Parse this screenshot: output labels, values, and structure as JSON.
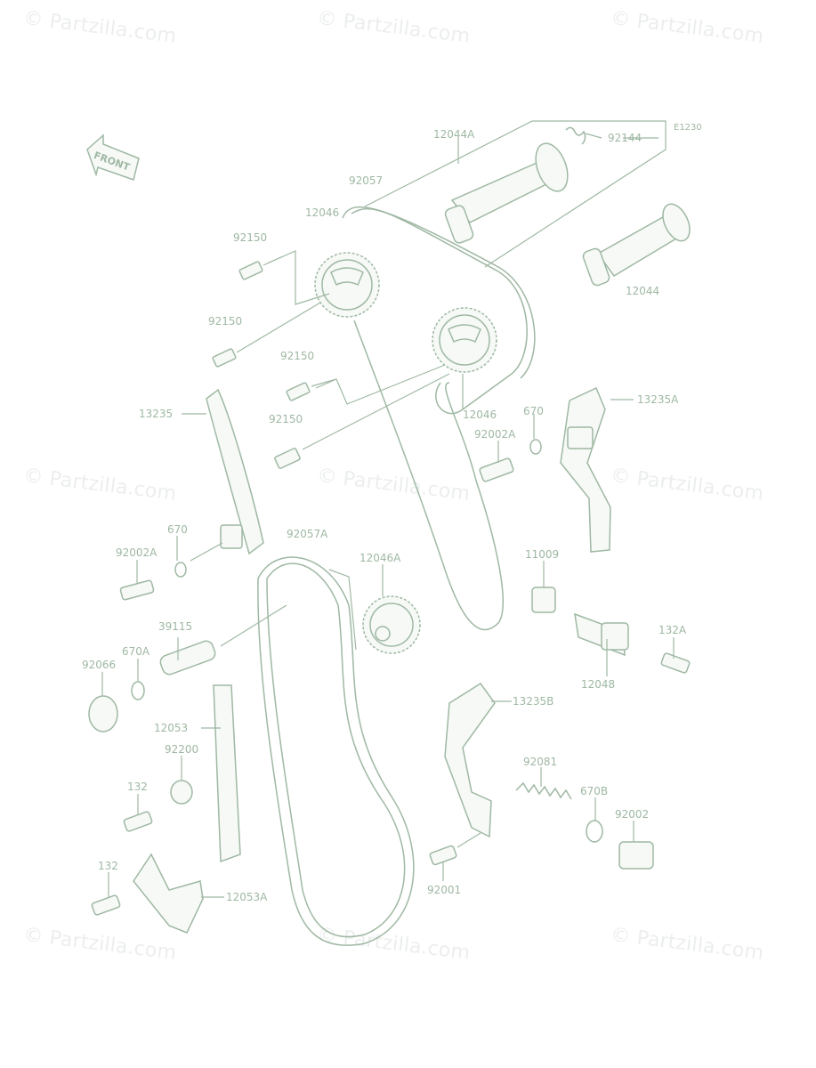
{
  "watermark": "© Partzilla.com",
  "diagram_code": "E1230",
  "front_label": "FRONT",
  "parts": {
    "p12044A": "12044A",
    "p92144": "92144",
    "p92057": "92057",
    "p12046_top": "12046",
    "p92150_a": "92150",
    "p12044": "12044",
    "p92150_b": "92150",
    "p92150_c": "92150",
    "p13235": "13235",
    "p92150_d": "92150",
    "p12046_mid": "12046",
    "p670_a": "670",
    "p13235A": "13235A",
    "p92002A_a": "92002A",
    "p670_b": "670",
    "p92057A": "92057A",
    "p92002A_b": "92002A",
    "p12046A": "12046A",
    "p11009": "11009",
    "p39115": "39115",
    "p670A": "670A",
    "p92066": "92066",
    "p132A": "132A",
    "p12048": "12048",
    "p12053": "12053",
    "p13235B": "13235B",
    "p92200": "92200",
    "p92081": "92081",
    "p132_a": "132",
    "p670B": "670B",
    "p92002": "92002",
    "p132_b": "132",
    "p12053A": "12053A",
    "p92001": "92001"
  }
}
